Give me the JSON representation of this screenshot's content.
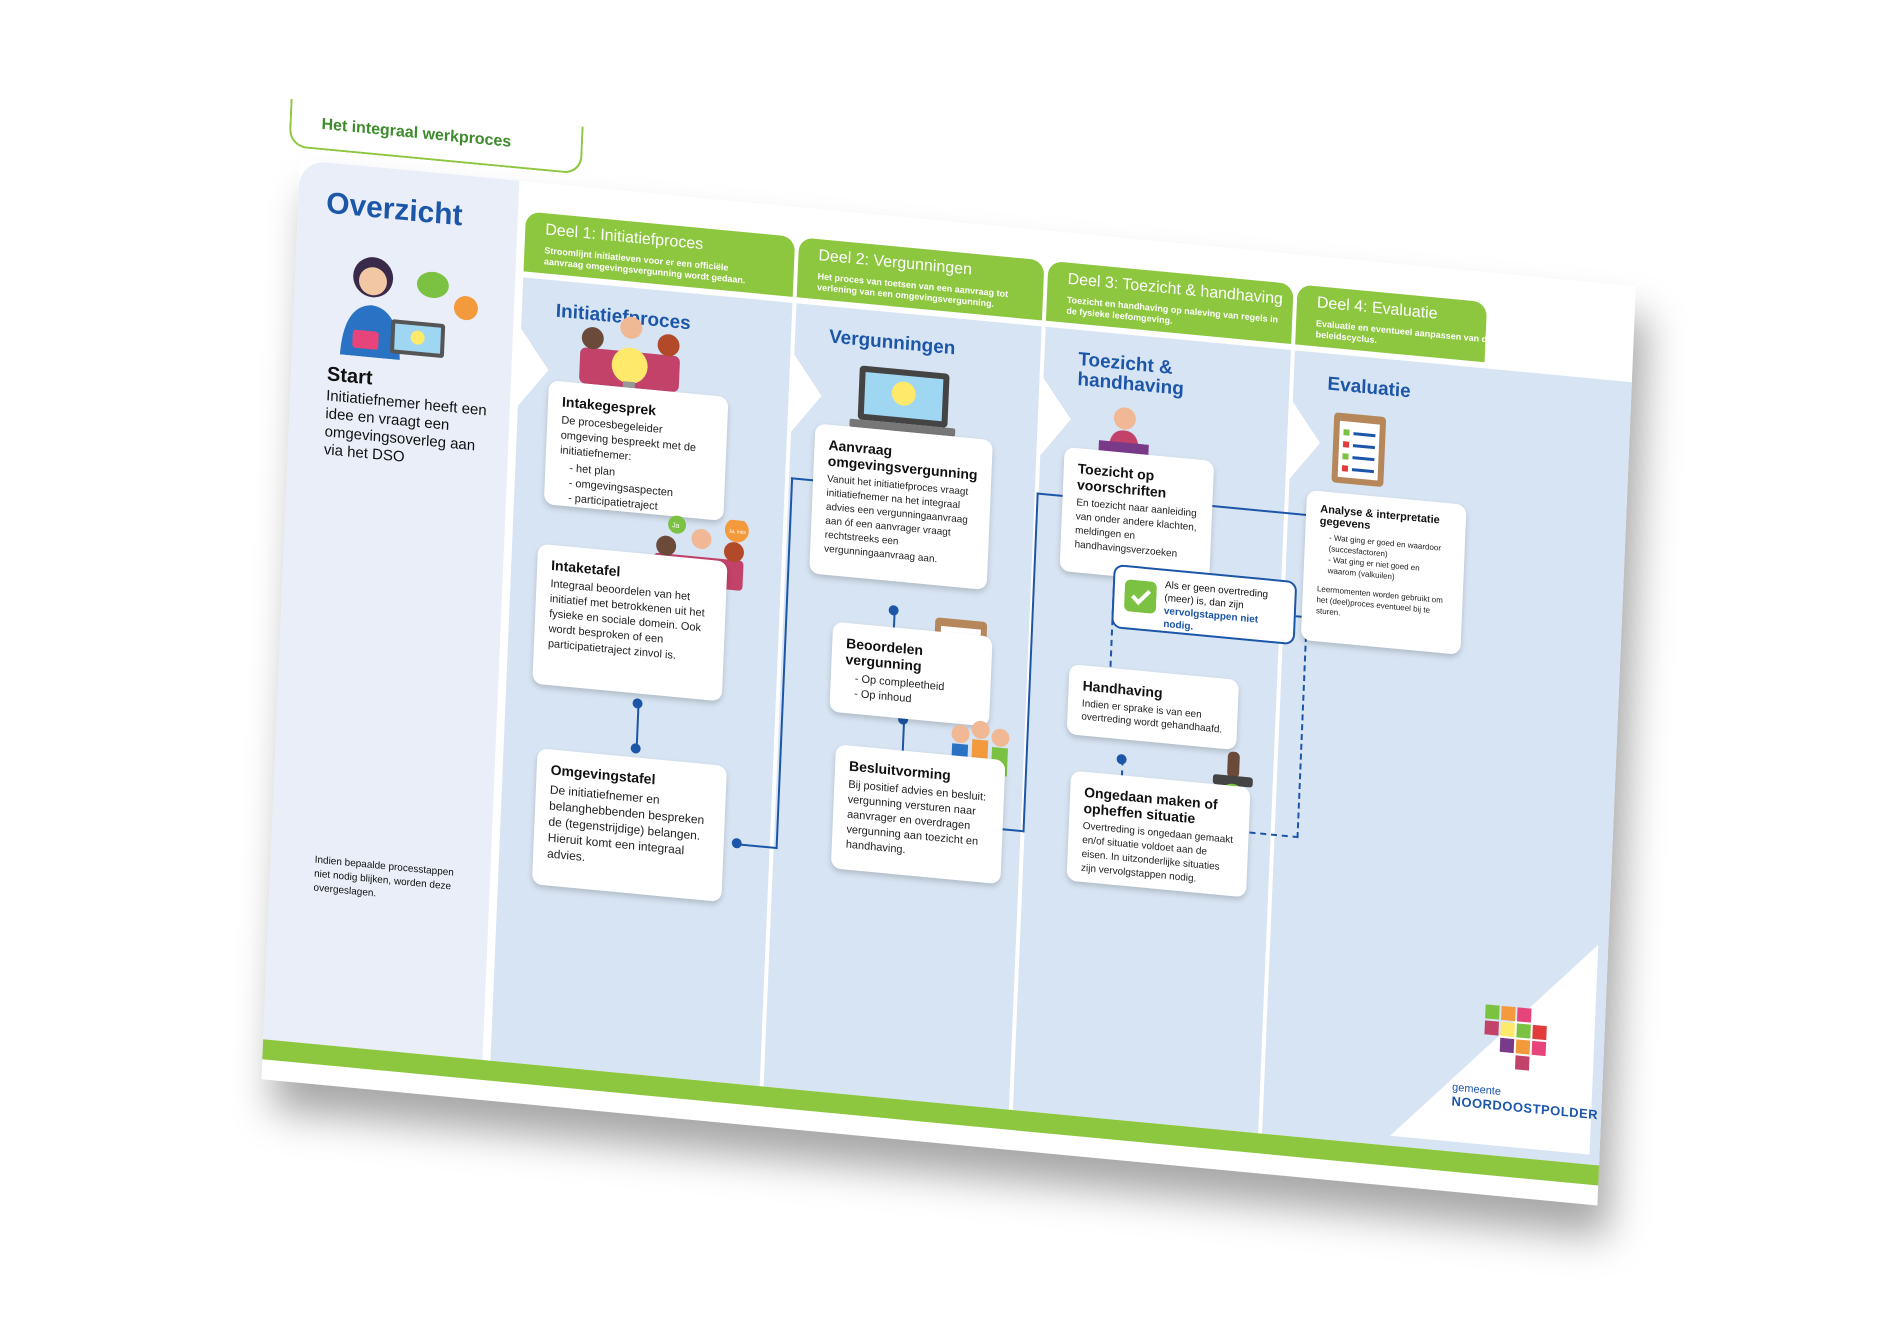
{
  "header": {
    "tab_title": "Het integraal werkproces"
  },
  "overview": {
    "title": "Overzicht",
    "start_label": "Start",
    "start_text": "Initiatiefnemer heeft een idee en vraagt een omgevingsoverleg aan via het DSO",
    "note": "Indien bepaalde processtappen niet nodig blijken, worden deze overgeslagen."
  },
  "phases": [
    {
      "title": "Deel 1: Initiatiefproces",
      "desc": "Stroomlijnt initiatieven voor er een officiële aanvraag omgevingsvergunning wordt gedaan."
    },
    {
      "title": "Deel 2: Vergunningen",
      "desc": "Het proces van toetsen van een aanvraag tot verlening van een omgevingsvergunning."
    },
    {
      "title": "Deel 3: Toezicht & handhaving",
      "desc": "Toezicht en handhaving op naleving van regels in de fysieke leefomgeving."
    },
    {
      "title": "Deel 4: Evaluatie",
      "desc": "Evaluatie en eventueel aanpassen van de beleidscyclus."
    }
  ],
  "columns": [
    {
      "heading": "Initiatiefproces"
    },
    {
      "heading": "Vergunningen"
    },
    {
      "heading": "Toezicht & handhaving"
    },
    {
      "heading": "Evaluatie"
    }
  ],
  "cards": {
    "intakegesprek": {
      "title": "Intakegesprek",
      "text": "De procesbegeleider omgeving bespreekt met de initiatiefnemer:",
      "items": [
        "het plan",
        "omgevingsaspecten",
        "participatietraject"
      ]
    },
    "intaketafel": {
      "title": "Intaketafel",
      "text": "Integraal beoordelen van het initiatief met betrokkenen uit het fysieke en sociale domein. Ook wordt besproken of een participatietraject zinvol is."
    },
    "omgevingstafel": {
      "title": "Omgevingstafel",
      "text": "De initiatiefnemer en belanghebbenden bespreken de (tegenstrijdige) belangen. Hieruit komt een integraal advies."
    },
    "aanvraag": {
      "title": "Aanvraag omgevingsvergunning",
      "text": "Vanuit het initiatiefproces vraagt initiatiefnemer na het integraal advies een vergunningaanvraag aan óf een aanvrager vraagt rechtstreeks een vergunningaanvraag aan."
    },
    "beoordelen": {
      "title": "Beoordelen vergunning",
      "items": [
        "Op compleetheid",
        "Op inhoud"
      ]
    },
    "besluitvorming": {
      "title": "Besluitvorming",
      "text": "Bij positief advies en besluit: vergunning versturen naar aanvrager en overdragen vergunning aan toezicht en handhaving."
    },
    "toezicht": {
      "title": "Toezicht op voorschriften",
      "text": "En toezicht naar aanleiding van onder andere klachten, meldingen en handhavingsverzoeken"
    },
    "geen_overtreding": {
      "text": "Als er geen overtreding (meer) is, dan zijn",
      "bold": "vervolgstappen niet nodig."
    },
    "handhaving": {
      "title": "Handhaving",
      "text": "Indien er sprake is van een overtreding wordt gehandhaafd."
    },
    "ongedaan": {
      "title": "Ongedaan maken of opheffen situatie",
      "text": "Overtreding is ongedaan gemaakt en/of situatie voldoet aan de eisen. In uitzonderlijke situaties zijn vervolgstappen nodig."
    },
    "analyse": {
      "title": "Analyse & interpretatie gegevens",
      "items": [
        "Wat ging er goed en waardoor (succesfactoren)",
        "Wat ging er niet goed en waarom (valkuilen)"
      ],
      "text": "Leermomenten worden gebruikt om het (deel)proces eventueel bij te sturen."
    }
  },
  "logo": {
    "gemeente": "gemeente",
    "name": "NOORDOOSTPOLDER"
  },
  "bubbles": {
    "ja": "Ja",
    "ja_mits": "Ja, mits"
  },
  "colors": {
    "green": "#8dc63f",
    "blue": "#1c56a8",
    "column_bg": "#d7e4f3",
    "panel_bg": "#e9eef8"
  }
}
